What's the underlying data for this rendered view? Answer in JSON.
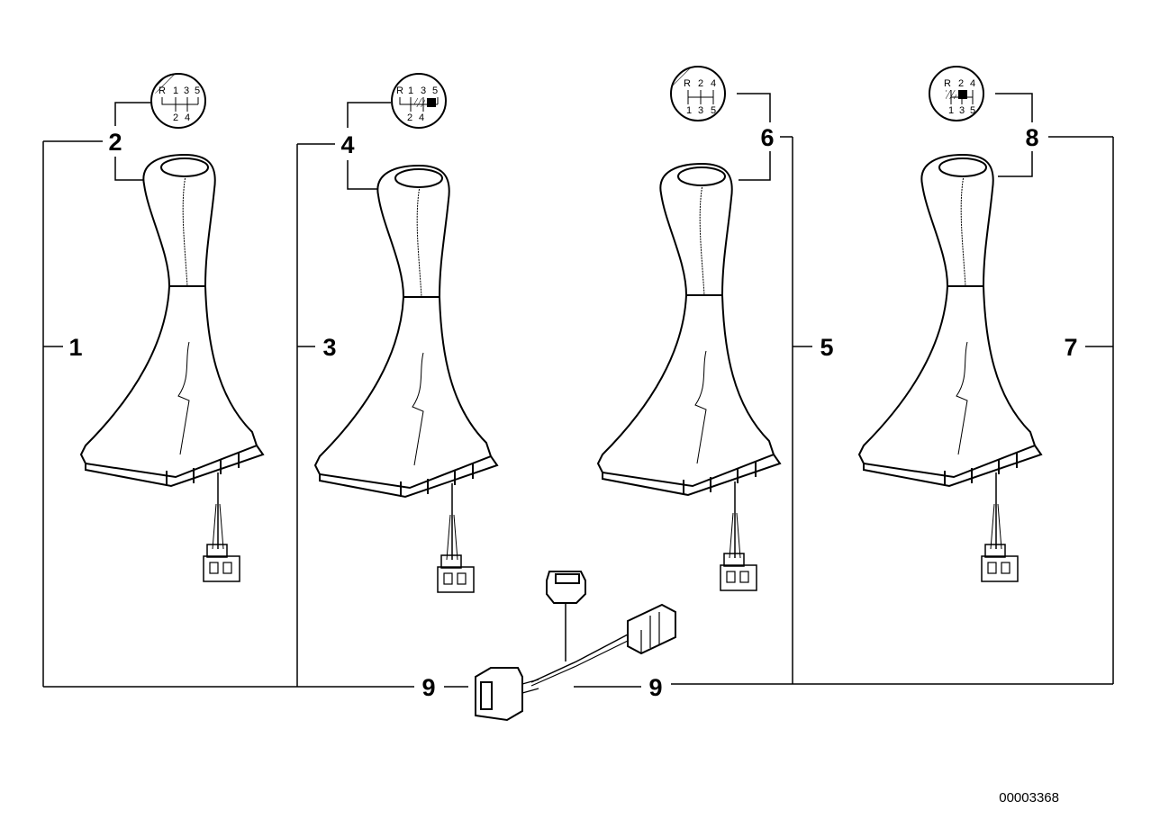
{
  "callouts": {
    "c1": "1",
    "c2": "2",
    "c3": "3",
    "c4": "4",
    "c5": "5",
    "c6": "6",
    "c7": "7",
    "c8": "8",
    "c9a": "9",
    "c9b": "9"
  },
  "gear_patterns": {
    "p2": {
      "top": [
        "R",
        "1",
        "3",
        "5"
      ],
      "bottom": [
        "2",
        "4"
      ]
    },
    "p4": {
      "top": [
        "R",
        "1",
        "3",
        "5"
      ],
      "bottom": [
        "2",
        "4"
      ]
    },
    "p6": {
      "top": [
        "R",
        "2",
        "4"
      ],
      "bottom": [
        "1",
        "3",
        "5"
      ]
    },
    "p8": {
      "top": [
        "R",
        "2",
        "4"
      ],
      "bottom": [
        "1",
        "3",
        "5"
      ]
    }
  },
  "document_id": "00003368"
}
